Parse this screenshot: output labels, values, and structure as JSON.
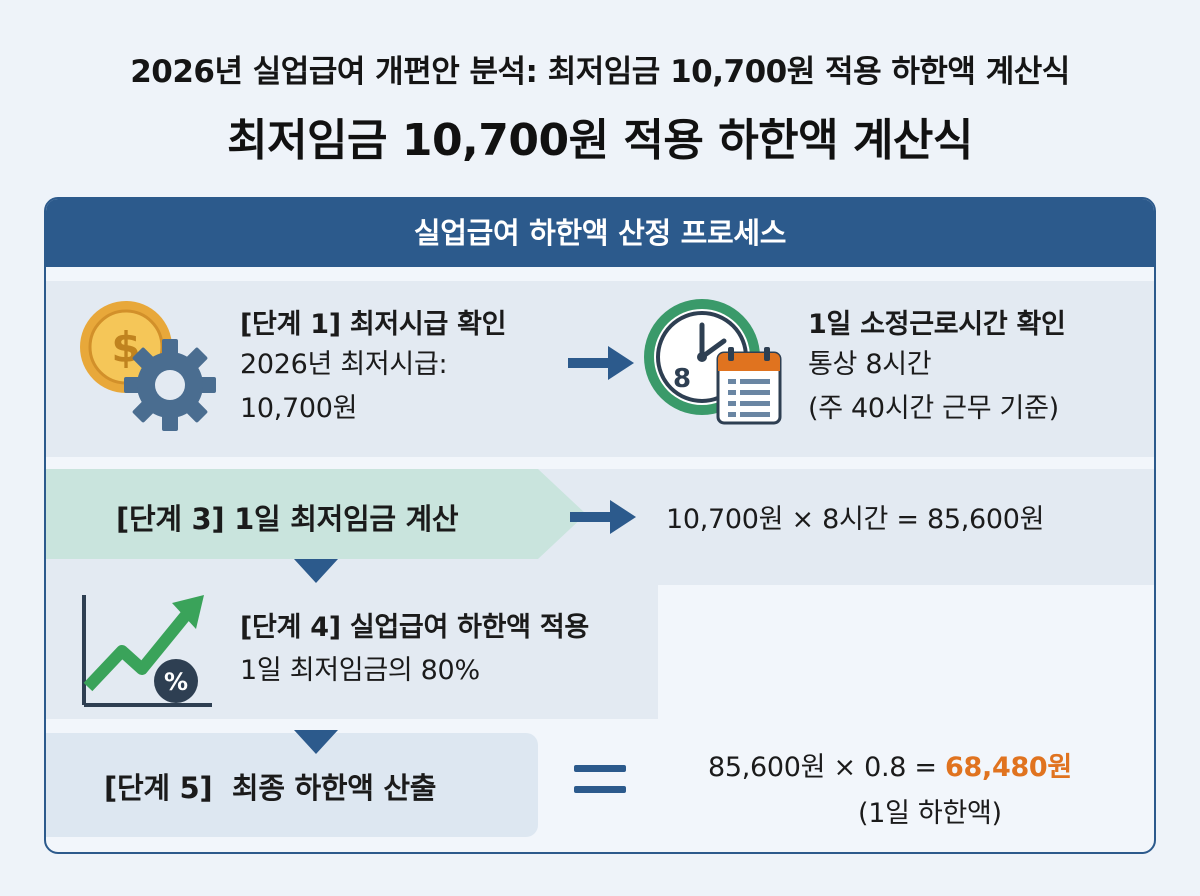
{
  "title_line1": "2026년 실업급여 개편안 분석: 최저임금 10,700원 적용 하한액 계산식",
  "title_line2": "최저임금 10,700원 적용 하한액 계산식",
  "panel": {
    "header": "실업급여 하한액 산정 프로세스",
    "step1": {
      "title": "[단계 1] 최저시급 확인",
      "line1": "2026년 최저시급:",
      "line2": "10,700원"
    },
    "step2": {
      "title": "1일 소정근로시간 확인",
      "line1": "통상 8시간",
      "line2": "(주 40시간 근무 기준)",
      "clock_digit": "8"
    },
    "step3": {
      "title": "[단계 3] 1일 최저임금 계산",
      "formula": "10,700원 × 8시간 = 85,600원"
    },
    "step4": {
      "title": "[단계 4] 실업급여 하한액 적용",
      "line1": "1일 최저임금의 80%",
      "percent_badge": "%"
    },
    "step5": {
      "title": "[단계 5]  최종 하한액 산출",
      "formula_prefix": "85,600원 × 0.8 = ",
      "result": "68,480원",
      "note": "(1일 하한액)",
      "coin_symbol": "$"
    }
  },
  "icons": [
    "coin-icon",
    "gear-icon",
    "clock-icon",
    "calendar-icon",
    "growth-chart-icon",
    "percent-icon",
    "arrow-right-icon",
    "arrow-down-icon",
    "equals-icon"
  ],
  "colors": {
    "primary": "#2c5a8c",
    "accent": "#e0731f",
    "green": "#3aa35a",
    "background": "#eef3f9"
  }
}
